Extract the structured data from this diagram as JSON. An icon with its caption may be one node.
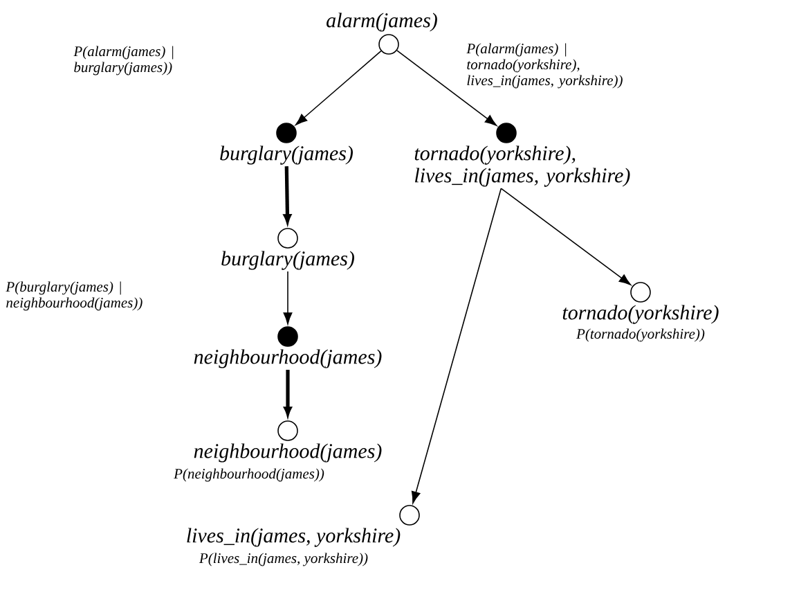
{
  "diagram": {
    "nodes": [
      {
        "text": [
          "alarm(james)"
        ]
      },
      {
        "text": [
          "burglary(james)"
        ]
      },
      {
        "text": [
          "tornado(yorkshire), lives_in(james, yorkshire)"
        ]
      },
      {
        "text": [
          "burglary(james)"
        ]
      },
      {
        "text": [
          "neighbourhood(james)"
        ]
      },
      {
        "text": [
          "tornado(yorkshire)"
        ],
        "beside": [
          "P(tornado(yorkshire))"
        ]
      },
      {
        "text": [
          "neighbourhood(james)"
        ],
        "beside": [
          "P(neighbourhood(james))"
        ]
      },
      {
        "text": [
          "lives_in(james, yorkshire)"
        ],
        "beside": [
          "P(lives_in(james, yorkshire))"
        ]
      }
    ],
    "edges": [
      {
        "from": 0,
        "to": 1,
        "arrow": "to"
      },
      {
        "from": 0,
        "to": 2,
        "arrow": "to"
      },
      {
        "from": 1,
        "to": 3,
        "arrow": "to",
        "style": "thick"
      },
      {
        "from": 3,
        "to": 4,
        "arrow": "to"
      },
      {
        "from": 4,
        "to": 6,
        "arrow": "to",
        "style": "thick"
      },
      {
        "from": 2,
        "to": 5,
        "arrow": "to"
      },
      {
        "from": 2,
        "to": 7,
        "arrow": "to"
      }
    ],
    "labels": [
      "P(alarm(james) | burglary(james))",
      "P(alarm(james) | tornado(yorkshire), lives_in(james, yorkshire))",
      "P(burglary(james) | neighbourhood(james))"
    ]
  }
}
